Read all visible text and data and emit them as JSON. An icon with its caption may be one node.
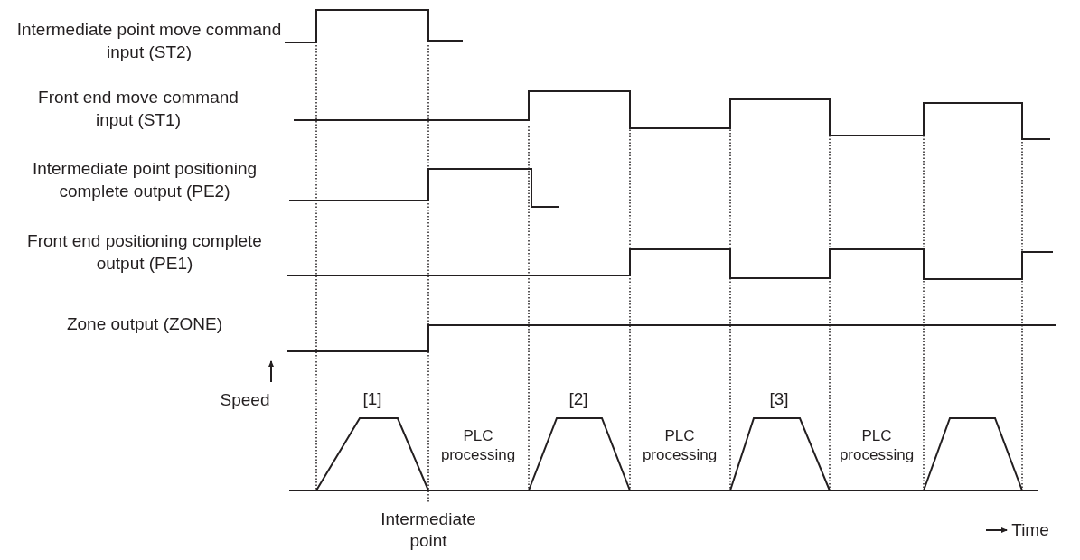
{
  "diagram": {
    "labels": [
      "Intermediate point move command input (ST2)",
      "Front end move command input (ST1)",
      "Intermediate point positioning complete output (PE2)",
      "Front end positioning complete output (PE1)",
      "Zone output (ZONE)",
      "[1]",
      "Speed",
      "PLC processing",
      "[2]",
      "PLC processing",
      "[3]",
      "PLC processing",
      "Intermediate point",
      "Time"
    ]
  }
}
